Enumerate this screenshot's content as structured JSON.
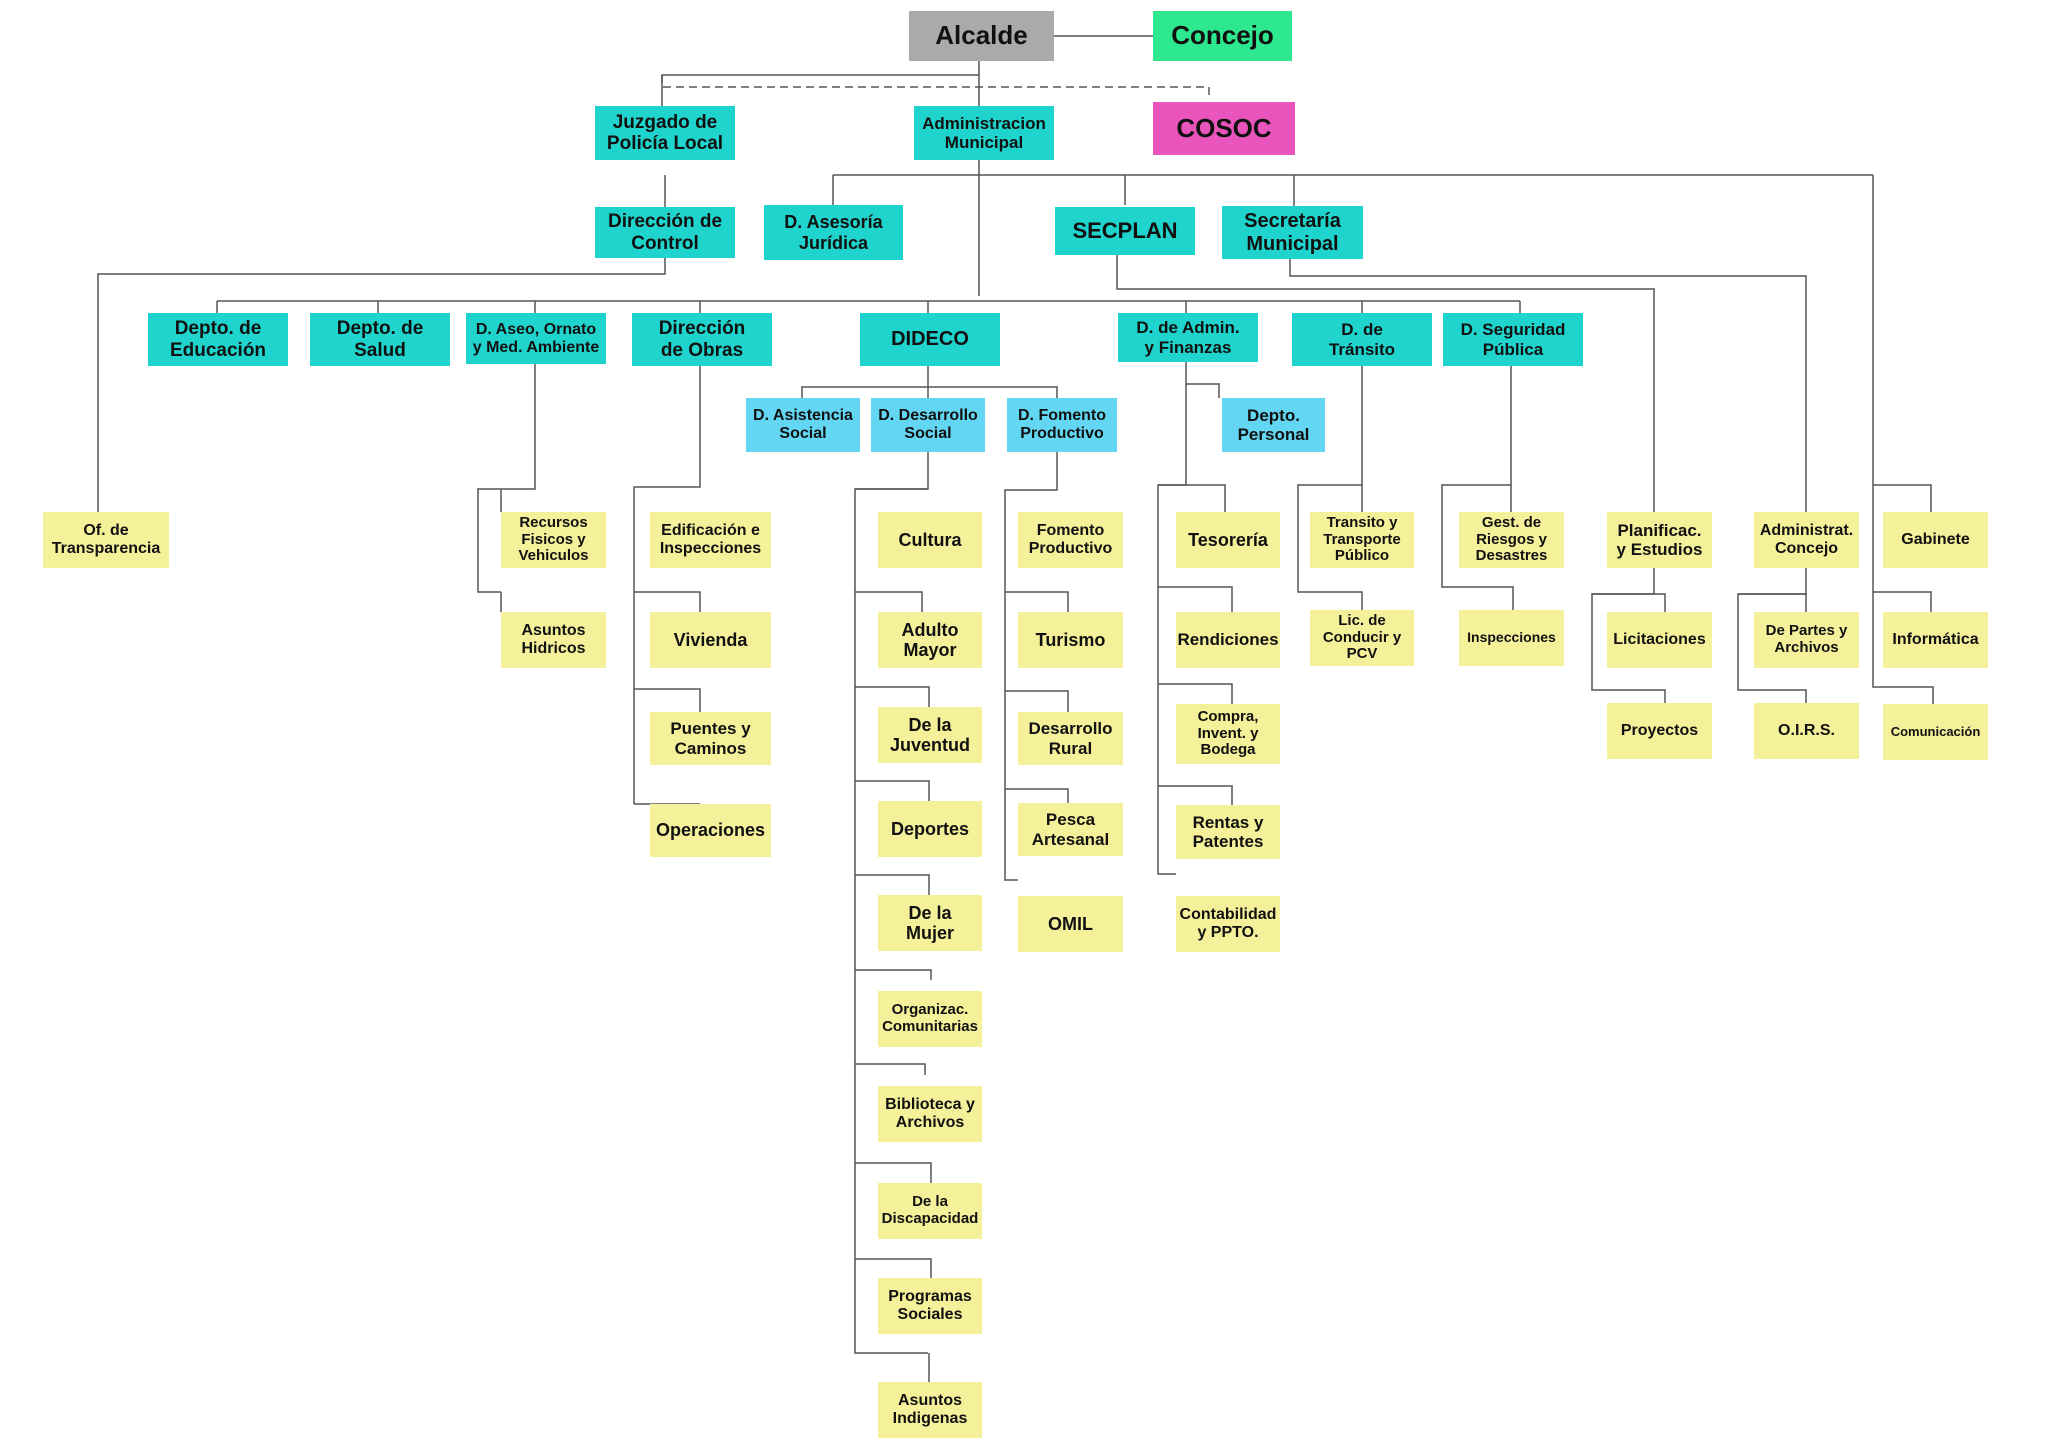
{
  "colors": {
    "alcalde": "#a8abaa",
    "concejo": "#2de88e",
    "cosoc": "#ea55bd",
    "direction": "#1fd4cc",
    "sub_direction": "#62d6f2",
    "unit": "#f5f09a",
    "line": "#555555"
  },
  "nodes": {
    "alcalde": "Alcalde",
    "concejo": "Concejo",
    "cosoc": "COSOC",
    "juzgado": "Juzgado de\nPolicía Local",
    "admin_municipal": "Administracion\nMunicipal",
    "dir_control": "Dirección de\nControl",
    "asesoria": "D. Asesoría\nJurídica",
    "secplan": "SECPLAN",
    "secretaria": "Secretaría\nMunicipal",
    "educacion": "Depto. de\nEducación",
    "salud": "Depto. de\nSalud",
    "aseo": "D. Aseo, Ornato\ny Med. Ambiente",
    "obras": "Dirección\nde Obras",
    "dideco": "DIDECO",
    "finanzas": "D. de Admin.\ny Finanzas",
    "transito": "D. de\nTránsito",
    "seguridad": "D. Seguridad\nPública",
    "asistencia": "D. Asistencia\nSocial",
    "desarrollo": "D. Desarrollo\nSocial",
    "fomento": "D. Fomento\nProductivo",
    "personal": "Depto.\nPersonal",
    "transparencia": "Of. de\nTransparencia",
    "recursos": "Recursos\nFisicos y\nVehiculos",
    "hidricos": "Asuntos\nHidricos",
    "edificacion": "Edificación e\nInspecciones",
    "vivienda": "Vivienda",
    "puentes": "Puentes y\nCaminos",
    "operaciones": "Operaciones",
    "cultura": "Cultura",
    "adulto": "Adulto\nMayor",
    "juventud": "De la\nJuventud",
    "deportes": "Deportes",
    "mujer": "De la\nMujer",
    "organizac": "Organizac.\nComunitarias",
    "biblioteca": "Biblioteca y\nArchivos",
    "discapacidad": "De la\nDiscapacidad",
    "programas": "Programas\nSociales",
    "indigenas": "Asuntos\nIndigenas",
    "fomento_prod": "Fomento\nProductivo",
    "turismo": "Turismo",
    "rural": "Desarrollo\nRural",
    "pesca": "Pesca\nArtesanal",
    "omil": "OMIL",
    "tesoreria": "Tesorería",
    "rendiciones": "Rendiciones",
    "compra": "Compra,\nInvent. y\nBodega",
    "rentas": "Rentas y\nPatentes",
    "contabilidad": "Contabilidad\ny PPTO.",
    "transporte": "Transito y\nTransporte\nPúblico",
    "licencias": "Lic. de\nConducir y\nPCV",
    "riesgos": "Gest. de\nRiesgos y\nDesastres",
    "inspecciones": "Inspecciones",
    "planificac": "Planificac.\ny Estudios",
    "licitaciones": "Licitaciones",
    "proyectos": "Proyectos",
    "admin_concejo": "Administrat.\nConcejo",
    "partes": "De Partes y\nArchivos",
    "oirs": "O.I.R.S.",
    "gabinete": "Gabinete",
    "informatica": "Informática",
    "comunicacion": "Comunicación"
  }
}
